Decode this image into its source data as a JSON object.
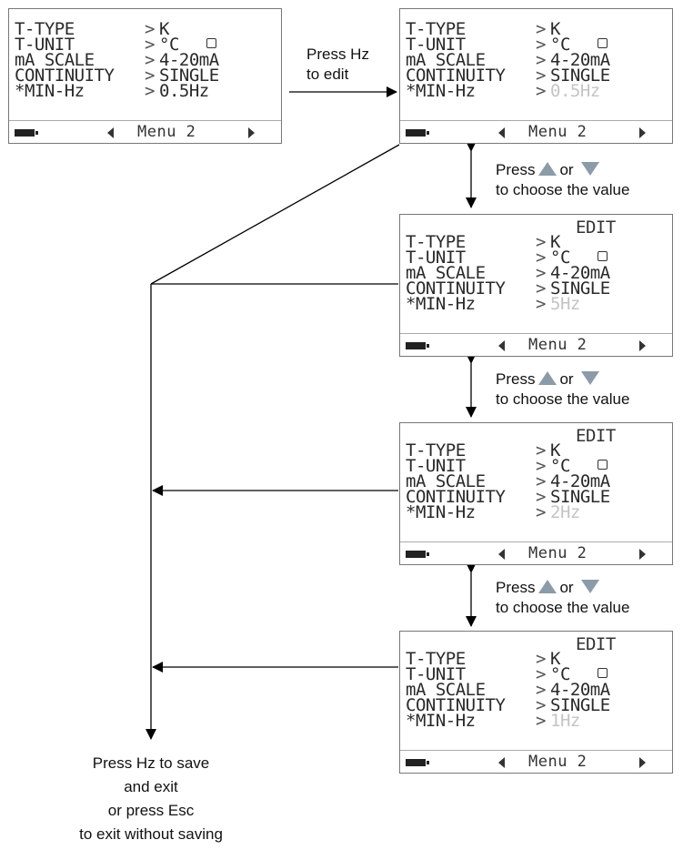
{
  "labels": {
    "t_type": "T-TYPE",
    "t_unit": "T-UNIT",
    "ma_scale": "mA SCALE",
    "continuity": "CONTINUITY",
    "min_hz": "*MIN-Hz"
  },
  "values": {
    "t_type": "K",
    "t_unit": "°C",
    "ma_scale": "4-20mA",
    "continuity": "SINGLE"
  },
  "separator": ">",
  "edit_label": "EDIT",
  "menu_label": "Menu 2",
  "screens": [
    {
      "min_hz": "0.5Hz",
      "edit": ""
    },
    {
      "min_hz": "0.5Hz",
      "edit": ""
    },
    {
      "min_hz": "5Hz",
      "edit": "EDIT"
    },
    {
      "min_hz": "2Hz",
      "edit": "EDIT"
    },
    {
      "min_hz": "1Hz",
      "edit": "EDIT"
    }
  ],
  "annotations": {
    "press_hz_to_edit": [
      "Press Hz",
      "to edit"
    ],
    "press_word": "Press",
    "or_word": "or",
    "choose_value": "to choose the value",
    "save_exit": [
      "Press Hz to save",
      "and exit",
      "or press Esc",
      "to exit without saving"
    ]
  },
  "icons": {
    "up": "up-triangle-icon",
    "down": "down-triangle-icon",
    "lock": "lock-icon",
    "battery": "battery-icon"
  },
  "colors": {
    "arrow_key": "#8c9ba8",
    "dim_value": "#c4c4c4"
  }
}
